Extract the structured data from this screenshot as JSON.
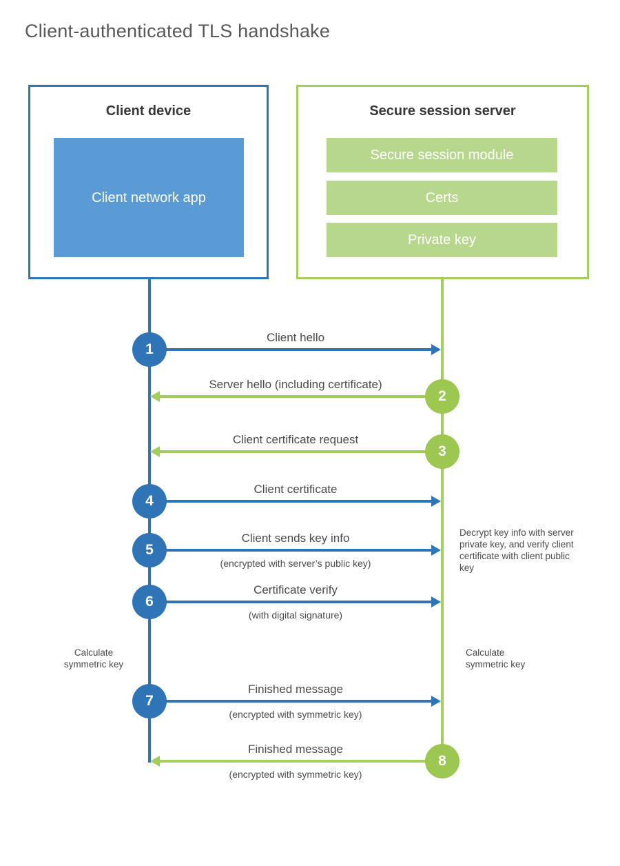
{
  "title": "Client-authenticated TLS handshake",
  "colors": {
    "blue": "#2e74b6",
    "blue_fill": "#5b9bd5",
    "green": "#a2ce5a",
    "green_circle": "#9cc750",
    "green_fill": "#b7d88c"
  },
  "client_box": {
    "title": "Client device",
    "module": "Client network app"
  },
  "server_box": {
    "title": "Secure session server",
    "modules": [
      "Secure session module",
      "Certs",
      "Private key"
    ]
  },
  "messages": [
    {
      "step": "1",
      "from": "client",
      "label": "Client hello",
      "sublabel": ""
    },
    {
      "step": "2",
      "from": "server",
      "label": "Server hello (including certificate)",
      "sublabel": ""
    },
    {
      "step": "3",
      "from": "server",
      "label": "Client certificate request",
      "sublabel": ""
    },
    {
      "step": "4",
      "from": "client",
      "label": "Client certificate",
      "sublabel": ""
    },
    {
      "step": "5",
      "from": "client",
      "label": "Client sends key info",
      "sublabel": "(encrypted with server’s public key)"
    },
    {
      "step": "6",
      "from": "client",
      "label": "Certificate verify",
      "sublabel": "(with digital signature)"
    },
    {
      "step": "7",
      "from": "client",
      "label": "Finished message",
      "sublabel": "(encrypted with symmetric key)"
    },
    {
      "step": "8",
      "from": "server",
      "label": "Finished message",
      "sublabel": "(encrypted with symmetric key)"
    }
  ],
  "annotations": {
    "decrypt_note": "Decrypt key info with server private key, and verify client certificate with client public key",
    "calc_left": "Calculate symmetric key",
    "calc_right": "Calculate symmetric key"
  }
}
